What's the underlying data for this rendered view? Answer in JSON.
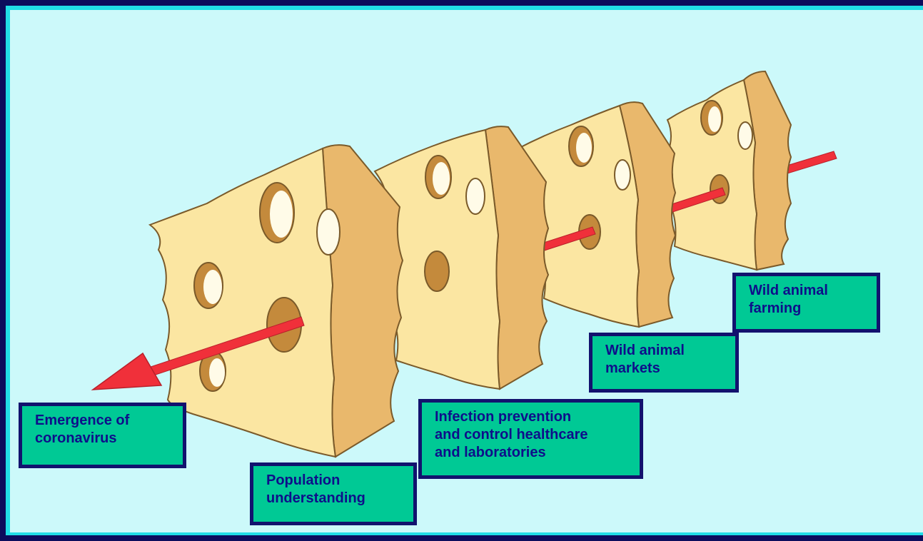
{
  "diagram": {
    "labels": {
      "emergence": "Emergence of\ncoronavirus",
      "population": "Population\nunderstanding",
      "infection": "Infection prevention\nand control healthcare\nand laboratories",
      "markets": "Wild animal\nmarkets",
      "farming": "Wild animal\nfarming"
    },
    "colors": {
      "frame": "#0c0c5c",
      "panel_border": "#20dde6",
      "panel_fill": "#ccf9fa",
      "cheese_front": "#fbe6a2",
      "cheese_side": "#e9b86c",
      "cheese_outline": "#7a5a2a",
      "arrow": "#f0303a",
      "label_fill": "#00c995",
      "label_border": "#12126e",
      "label_text": "#0e0e8a"
    },
    "icons": [
      "cheese-slice",
      "hazard-arrow"
    ]
  }
}
